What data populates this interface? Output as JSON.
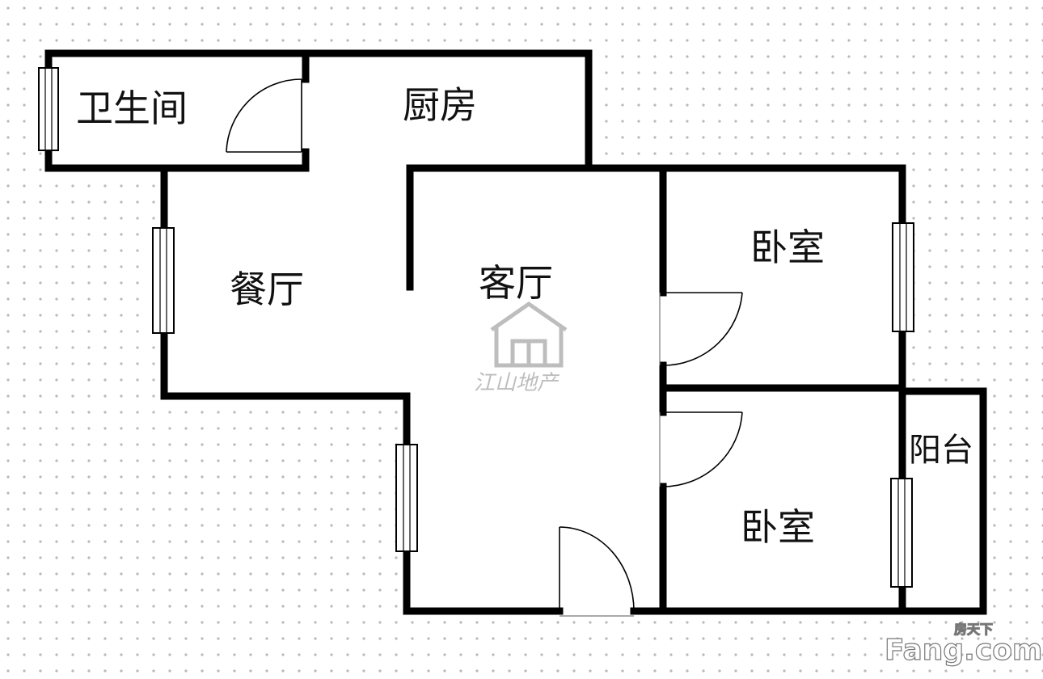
{
  "rooms": {
    "bathroom": "卫生间",
    "kitchen": "厨房",
    "dining": "餐厅",
    "living": "客厅",
    "bedroom_1": "卧室",
    "bedroom_2": "卧室",
    "balcony": "阳台"
  },
  "watermark": {
    "agency_text": "江山地产"
  },
  "brand": {
    "small_text": "房天下",
    "main_text": "Fang.com"
  },
  "colors": {
    "wall": "#000000",
    "background": "#ffffff",
    "grid_dot": "#b8b8b8",
    "watermark": "#bdbdbd"
  }
}
